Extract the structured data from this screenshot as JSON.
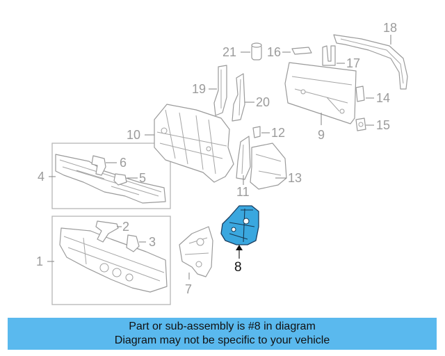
{
  "diagram": {
    "callouts": [
      "1",
      "2",
      "3",
      "4",
      "5",
      "6",
      "7",
      "8",
      "9",
      "10",
      "11",
      "12",
      "13",
      "14",
      "15",
      "16",
      "17",
      "18",
      "19",
      "20",
      "21"
    ],
    "highlighted_part": "8"
  },
  "colors": {
    "highlight_fill": "#3aa7df",
    "highlight_outline": "#1b3d5e",
    "banner_background": "#5ab9ee",
    "line_art": "#9a9a9a"
  },
  "banner": {
    "line1": "Part or sub-assembly is #8 in diagram",
    "line2": "Diagram may not be specific to your vehicle"
  }
}
